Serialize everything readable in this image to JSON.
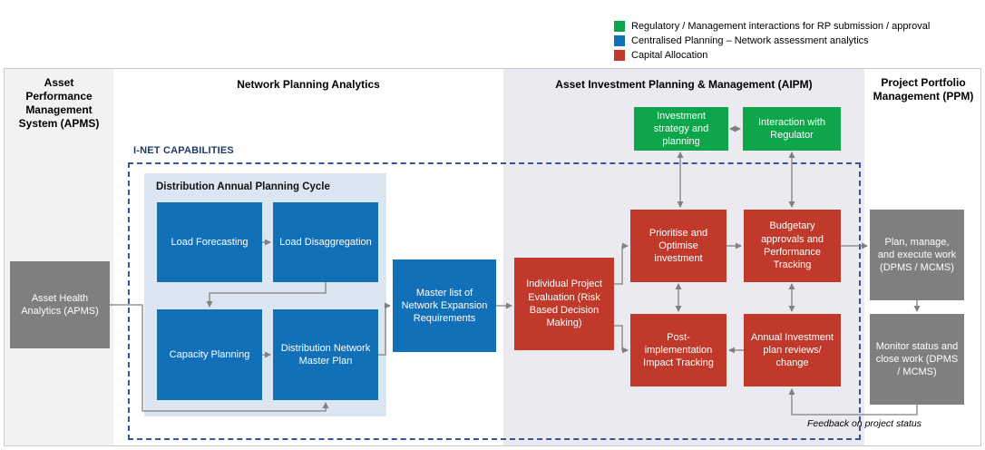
{
  "legend": {
    "items": [
      {
        "label": "Regulatory / Management interactions for RP submission / approval",
        "color": "#0ea64b"
      },
      {
        "label": "Centralised Planning – Network assessment analytics",
        "color": "#1270b8"
      },
      {
        "label": "Capital Allocation",
        "color": "#c0392b"
      }
    ]
  },
  "headers": {
    "apms": "Asset Performance Management System (APMS)",
    "npa": "Network Planning Analytics",
    "aipm": "Asset Investment Planning & Management (AIPM)",
    "ppm": "Project Portfolio Management (PPM)"
  },
  "inet_label": "I-NET CAPABILITIES",
  "cycle_title": "Distribution Annual Planning Cycle",
  "boxes": {
    "asset_health": "Asset Health Analytics (APMS)",
    "load_forecasting": "Load Forecasting",
    "load_disaggregation": "Load Disaggregation",
    "capacity_planning": "Capacity Planning",
    "network_master_plan": "Distribution Network Master Plan",
    "master_list": "Master list of Network Expansion Requirements",
    "project_evaluation": "Individual Project Evaluation (Risk Based Decision Making)",
    "investment_strategy": "Investment strategy and planning",
    "regulator_interaction": "Interaction with Regulator",
    "prioritise": "Prioritise and Optimise investment",
    "budgetary": "Budgetary approvals and Performance Tracking",
    "post_implementation": "Post-implementation Impact Tracking",
    "annual_review": "Annual Investment plan reviews/ change",
    "plan_manage": "Plan, manage, and execute work (DPMS / MCMS)",
    "monitor_status": "Monitor status and close work (DPMS / MCMS)"
  },
  "annotations": {
    "feedback": "Feedback on project status"
  },
  "colors": {
    "blue": "#1270b8",
    "red": "#c0392b",
    "green": "#0ea64b",
    "gray_box": "#7f7f7f",
    "cycle_bg": "#dce6f2",
    "aipm_band_bg": "#eaeaf0",
    "apms_band_bg": "#f2f2f2",
    "dashed_border": "#35569b",
    "arrow": "#808080"
  }
}
